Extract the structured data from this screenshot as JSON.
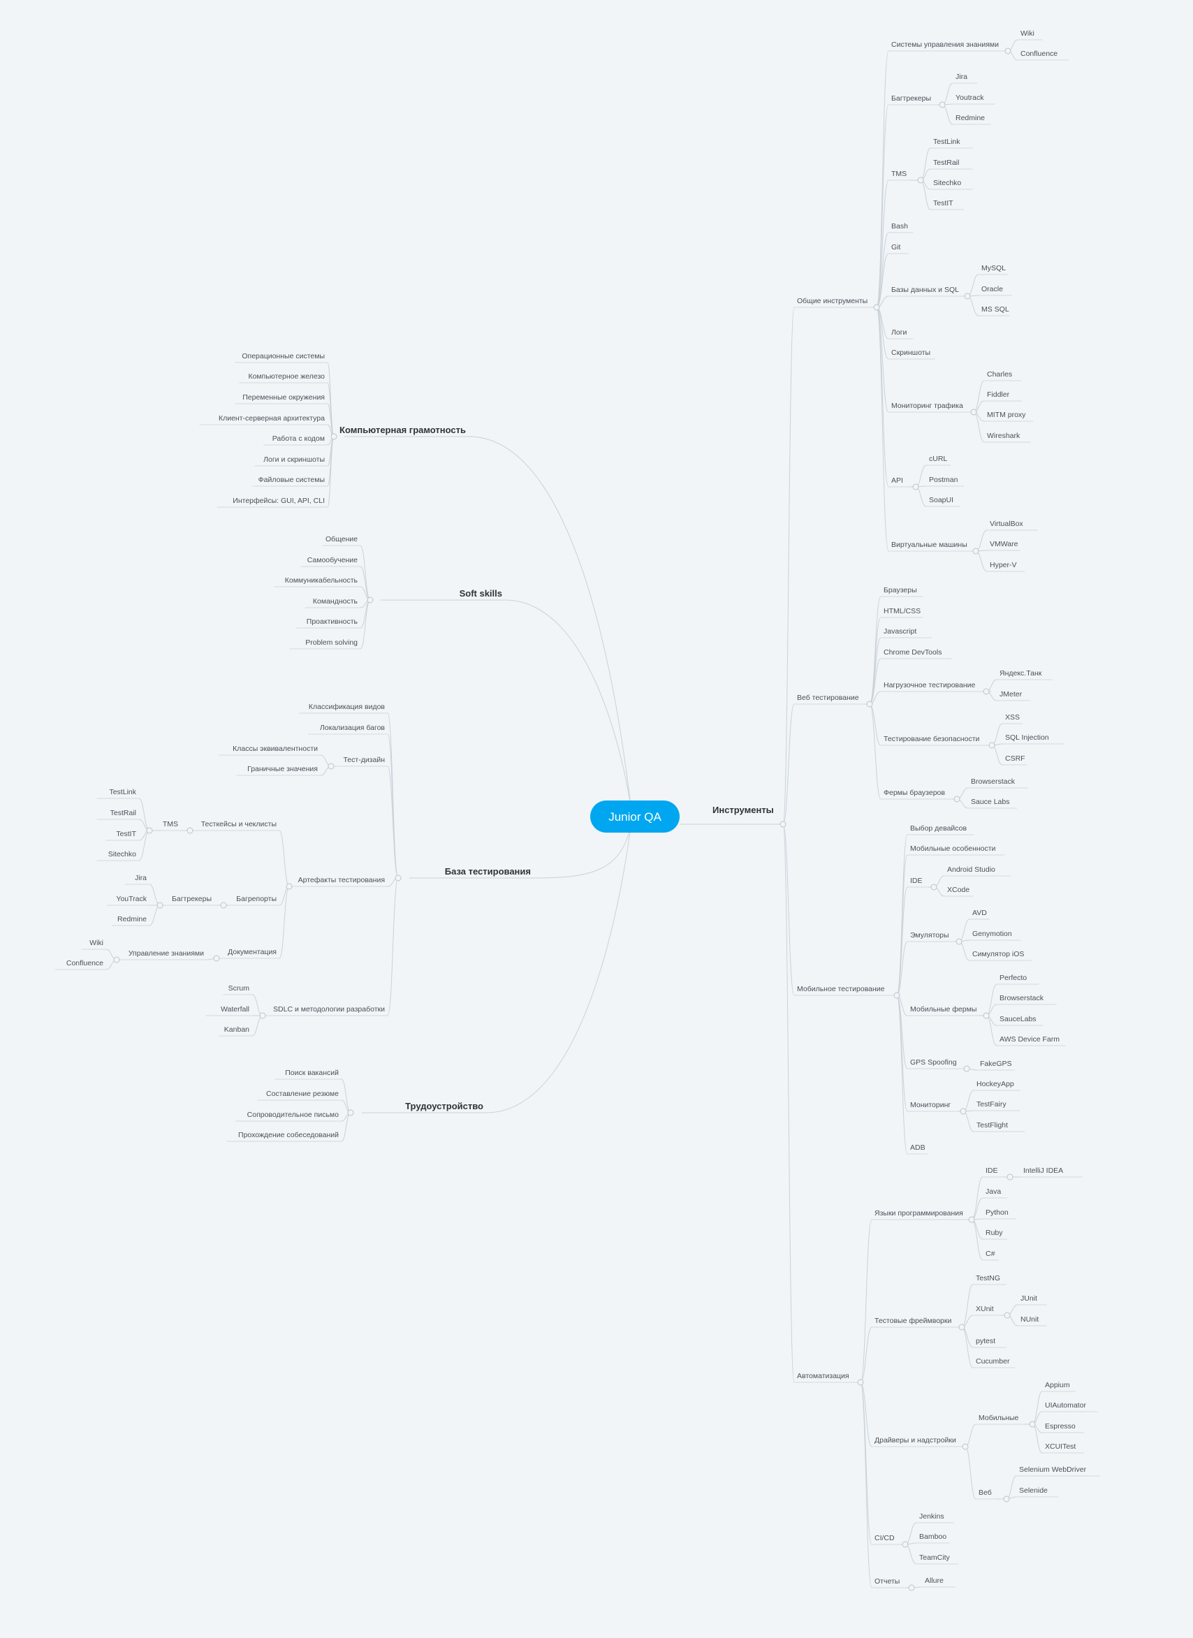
{
  "central": "Junior QA",
  "colors": {
    "accent": "#00a7f0",
    "background": "#f1f5f8",
    "line": "#c9d1d8"
  },
  "tree": {
    "left": [
      {
        "label": "Компьютерная грамотность",
        "children": [
          {
            "label": "Операционные системы"
          },
          {
            "label": "Компьютерное железо"
          },
          {
            "label": "Переменные окружения"
          },
          {
            "label": "Клиент-серверная архитектура"
          },
          {
            "label": "Работа с кодом"
          },
          {
            "label": "Логи и скриншоты"
          },
          {
            "label": "Файловые системы"
          },
          {
            "label": "Интерфейсы: GUI, API, CLI"
          }
        ]
      },
      {
        "label": "Soft skills",
        "children": [
          {
            "label": "Общение"
          },
          {
            "label": "Самообучение"
          },
          {
            "label": "Коммуникабельность"
          },
          {
            "label": "Командность"
          },
          {
            "label": "Проактивность"
          },
          {
            "label": "Problem solving"
          }
        ]
      },
      {
        "label": "База тестирования",
        "children": [
          {
            "label": "Классификация видов"
          },
          {
            "label": "Локализация багов"
          },
          {
            "label": "Тест-дизайн",
            "children": [
              {
                "label": "Классы эквивалентности"
              },
              {
                "label": "Граничные значения"
              }
            ]
          },
          {
            "label": "Артефакты тестирования",
            "children": [
              {
                "label": "Тесткейсы и чеклисты",
                "children": [
                  {
                    "label": "TMS",
                    "children": [
                      {
                        "label": "TestLink"
                      },
                      {
                        "label": "TestRail"
                      },
                      {
                        "label": "TestIT"
                      },
                      {
                        "label": "Sitechko"
                      }
                    ]
                  }
                ]
              },
              {
                "label": "Багрепорты",
                "children": [
                  {
                    "label": "Багтрекеры",
                    "children": [
                      {
                        "label": "Jira"
                      },
                      {
                        "label": "YouTrack"
                      },
                      {
                        "label": "Redmine"
                      }
                    ]
                  }
                ]
              },
              {
                "label": "Документация",
                "children": [
                  {
                    "label": "Управление знаниями",
                    "children": [
                      {
                        "label": "Wiki"
                      },
                      {
                        "label": "Confluence"
                      }
                    ]
                  }
                ]
              }
            ]
          },
          {
            "label": "SDLC и методологии разработки",
            "children": [
              {
                "label": "Scrum"
              },
              {
                "label": "Waterfall"
              },
              {
                "label": "Kanban"
              }
            ]
          }
        ]
      },
      {
        "label": "Трудоустройство",
        "children": [
          {
            "label": "Поиск вакансий"
          },
          {
            "label": "Составление резюме"
          },
          {
            "label": "Сопроводительное письмо"
          },
          {
            "label": "Прохождение собеседований"
          }
        ]
      }
    ],
    "right": [
      {
        "label": "Инструменты",
        "children": [
          {
            "label": "Общие инструменты",
            "children": [
              {
                "label": "Системы управления знаниями",
                "children": [
                  {
                    "label": "Wiki"
                  },
                  {
                    "label": "Confluence"
                  }
                ]
              },
              {
                "label": "Багтрекеры",
                "children": [
                  {
                    "label": "Jira"
                  },
                  {
                    "label": "Youtrack"
                  },
                  {
                    "label": "Redmine"
                  }
                ]
              },
              {
                "label": "TMS",
                "children": [
                  {
                    "label": "TestLink"
                  },
                  {
                    "label": "TestRail"
                  },
                  {
                    "label": "Sitechko"
                  },
                  {
                    "label": "TestIT"
                  }
                ]
              },
              {
                "label": "Bash"
              },
              {
                "label": "Git"
              },
              {
                "label": "Базы данных и SQL",
                "children": [
                  {
                    "label": "MySQL"
                  },
                  {
                    "label": "Oracle"
                  },
                  {
                    "label": "MS SQL"
                  }
                ]
              },
              {
                "label": "Логи"
              },
              {
                "label": "Скриншоты"
              },
              {
                "label": "Мониторинг трафика",
                "children": [
                  {
                    "label": "Charles"
                  },
                  {
                    "label": "Fiddler"
                  },
                  {
                    "label": "MITM proxy"
                  },
                  {
                    "label": "Wireshark"
                  }
                ]
              },
              {
                "label": "API",
                "children": [
                  {
                    "label": "cURL"
                  },
                  {
                    "label": "Postman"
                  },
                  {
                    "label": "SoapUI"
                  }
                ]
              },
              {
                "label": "Виртуальные машины",
                "children": [
                  {
                    "label": "VirtualBox"
                  },
                  {
                    "label": "VMWare"
                  },
                  {
                    "label": "Hyper-V"
                  }
                ]
              }
            ]
          },
          {
            "label": "Веб тестирование",
            "children": [
              {
                "label": "Браузеры"
              },
              {
                "label": "HTML/CSS"
              },
              {
                "label": "Javascript"
              },
              {
                "label": "Chrome DevTools"
              },
              {
                "label": "Нагрузочное тестирование",
                "children": [
                  {
                    "label": "Яндекс.Танк"
                  },
                  {
                    "label": "JMeter"
                  }
                ]
              },
              {
                "label": "Тестирование безопасности",
                "children": [
                  {
                    "label": "XSS"
                  },
                  {
                    "label": "SQL Injection"
                  },
                  {
                    "label": "CSRF"
                  }
                ]
              },
              {
                "label": "Фермы браузеров",
                "children": [
                  {
                    "label": "Browserstack"
                  },
                  {
                    "label": "Sauce Labs"
                  }
                ]
              }
            ]
          },
          {
            "label": "Мобильное тестирование",
            "children": [
              {
                "label": "Выбор девайсов"
              },
              {
                "label": "Мобильные особенности"
              },
              {
                "label": "IDE",
                "children": [
                  {
                    "label": "Android Studio"
                  },
                  {
                    "label": "XCode"
                  }
                ]
              },
              {
                "label": "Эмуляторы",
                "children": [
                  {
                    "label": "AVD"
                  },
                  {
                    "label": "Genymotion"
                  },
                  {
                    "label": "Симулятор iOS"
                  }
                ]
              },
              {
                "label": "Мобильные фермы",
                "children": [
                  {
                    "label": "Perfecto"
                  },
                  {
                    "label": "Browserstack"
                  },
                  {
                    "label": "SauceLabs"
                  },
                  {
                    "label": "AWS Device Farm"
                  }
                ]
              },
              {
                "label": "GPS Spoofing",
                "children": [
                  {
                    "label": "FakeGPS"
                  }
                ]
              },
              {
                "label": "Мониторинг",
                "children": [
                  {
                    "label": "HockeyApp"
                  },
                  {
                    "label": "TestFairy"
                  },
                  {
                    "label": "TestFlight"
                  }
                ]
              },
              {
                "label": "ADB"
              }
            ]
          },
          {
            "label": "Автоматизация",
            "children": [
              {
                "label": "Языки программирования",
                "children": [
                  {
                    "label": "IDE",
                    "children": [
                      {
                        "label": "IntelliJ IDEA"
                      }
                    ]
                  },
                  {
                    "label": "Java"
                  },
                  {
                    "label": "Python"
                  },
                  {
                    "label": "Ruby"
                  },
                  {
                    "label": "C#"
                  }
                ]
              },
              {
                "label": "Тестовые фреймворки",
                "children": [
                  {
                    "label": "TestNG"
                  },
                  {
                    "label": "XUnit",
                    "children": [
                      {
                        "label": "JUnit"
                      },
                      {
                        "label": "NUnit"
                      }
                    ]
                  },
                  {
                    "label": "pytest"
                  },
                  {
                    "label": "Cucumber"
                  }
                ]
              },
              {
                "label": "Драйверы и надстройки",
                "children": [
                  {
                    "label": "Мобильные",
                    "children": [
                      {
                        "label": "Appium"
                      },
                      {
                        "label": "UIAutomator"
                      },
                      {
                        "label": "Espresso"
                      },
                      {
                        "label": "XCUITest"
                      }
                    ]
                  },
                  {
                    "label": "Веб",
                    "children": [
                      {
                        "label": "Selenium WebDriver"
                      },
                      {
                        "label": "Selenide"
                      }
                    ]
                  }
                ]
              },
              {
                "label": "CI/CD",
                "children": [
                  {
                    "label": "Jenkins"
                  },
                  {
                    "label": "Bamboo"
                  },
                  {
                    "label": "TeamCity"
                  }
                ]
              },
              {
                "label": "Отчеты",
                "children": [
                  {
                    "label": "Allure"
                  }
                ]
              }
            ]
          }
        ]
      }
    ]
  }
}
